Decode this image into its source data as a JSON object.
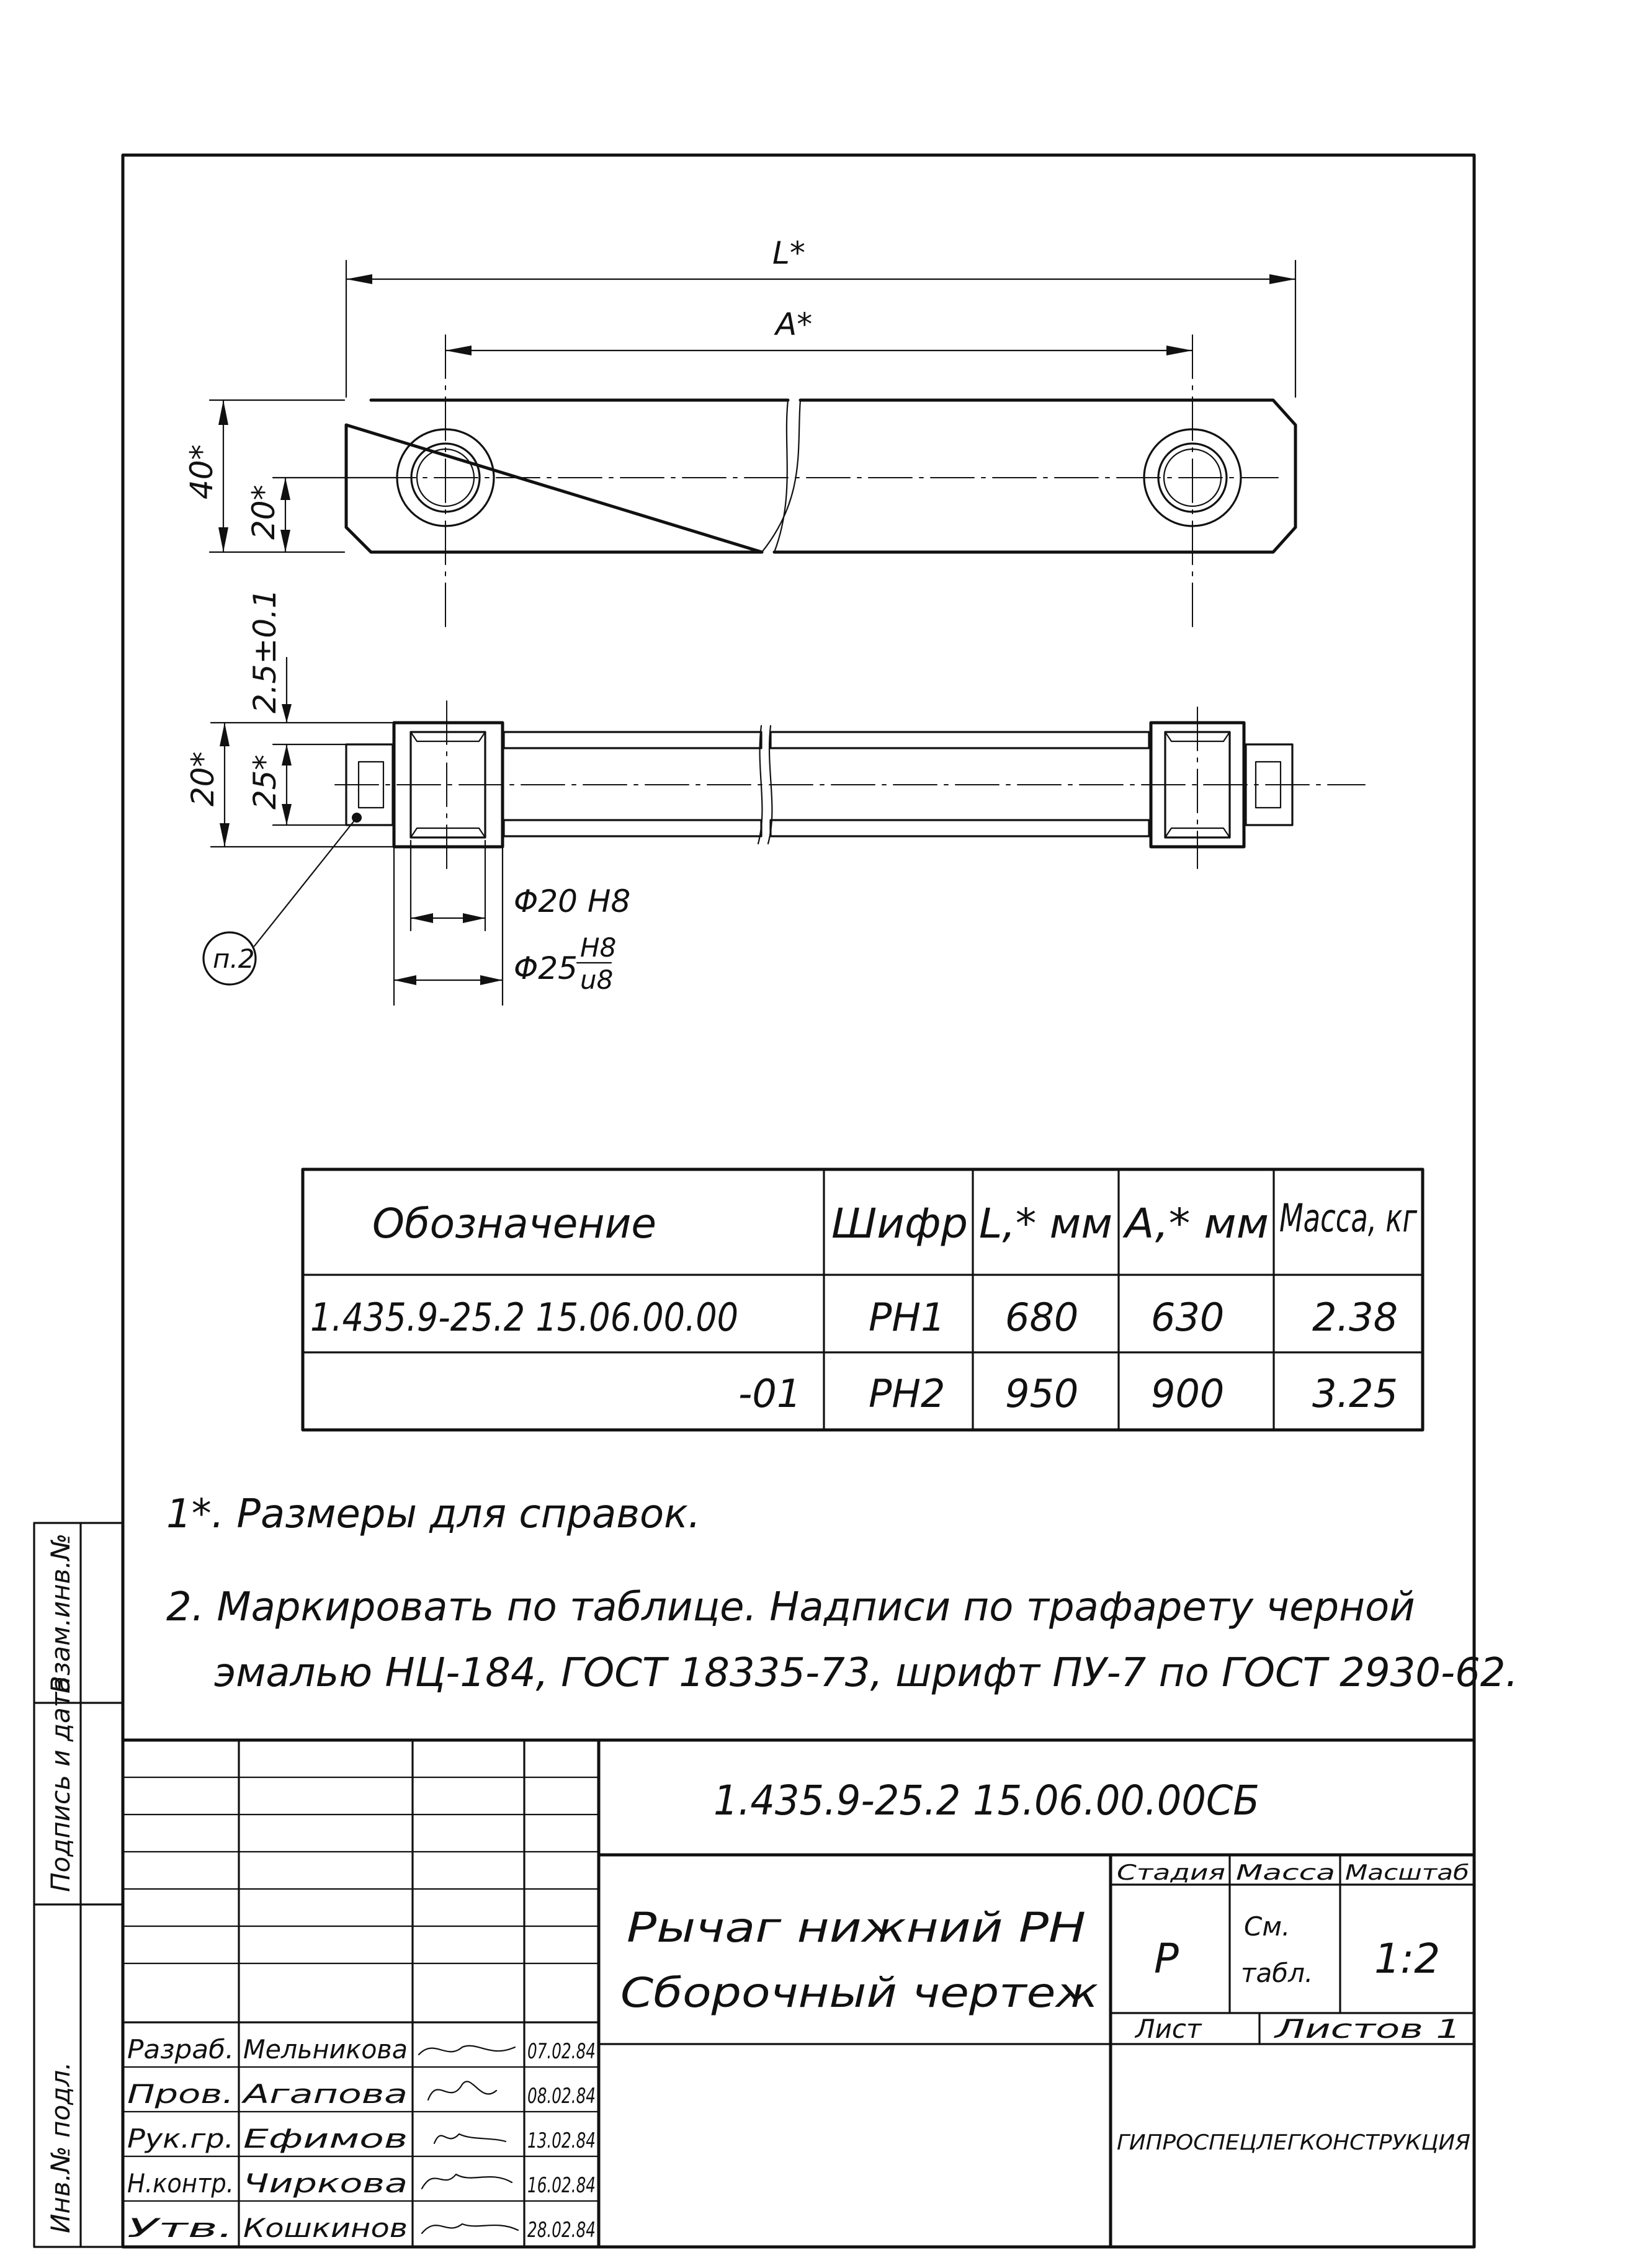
{
  "drawing": {
    "dims": {
      "L": "L*",
      "A": "A*",
      "h40": "40*",
      "h20": "20*",
      "side20": "20*",
      "side25": "25*",
      "tol": "2.5±0.1",
      "d20": "Φ20 H8",
      "d25": "Φ25",
      "d25_fit_top": "H8",
      "d25_fit_bottom": "u8",
      "callout": "п.2"
    }
  },
  "table": {
    "headers": [
      "Обозначение",
      "Шифр",
      "L,* мм",
      "A,* мм",
      "Масса, кг"
    ],
    "rows": [
      [
        "1.435.9-25.2  15.06.00.00",
        "PH1",
        "680",
        "630",
        "2.38"
      ],
      [
        "-01",
        "PH2",
        "950",
        "900",
        "3.25"
      ]
    ]
  },
  "notes": [
    "1*. Размеры для справок.",
    "2. Маркировать по таблице. Надписи по трафарету черной",
    "эмалью НЦ-184, ГОСТ 18335-73, шрифт ПУ-7 по ГОСТ 2930-62."
  ],
  "side_stamp": [
    "Инв.№ подл.",
    "Подпись и дата",
    "Взам.инв.№"
  ],
  "title_block": {
    "doc_code": "1.435.9-25.2   15.06.00.00СБ",
    "name_line1": "Рычаг нижний PH",
    "name_line2": "Сборочный чертеж",
    "col_stage": "Стадия",
    "col_mass": "Масса",
    "col_scale": "Масштаб",
    "stage": "Р",
    "mass_line1": "См.",
    "mass_line2": "табл.",
    "scale": "1:2",
    "sheet_label": "Лист",
    "sheets_label": "Листов 1",
    "org": "ГИПРОСПЕЦЛЕГКОНСТРУКЦИЯ",
    "people": [
      {
        "role": "Разраб.",
        "name": "Мельникова",
        "date": "07.02.84"
      },
      {
        "role": "Пров.",
        "name": "Агапова",
        "date": "08.02.84"
      },
      {
        "role": "Рук.гр.",
        "name": "Ефимов",
        "date": "13.02.84"
      },
      {
        "role": "Н.контр.",
        "name": "Чиркова",
        "date": "16.02.84"
      },
      {
        "role": "Утв.",
        "name": "Кошкинов",
        "date": "28.02.84"
      }
    ]
  }
}
